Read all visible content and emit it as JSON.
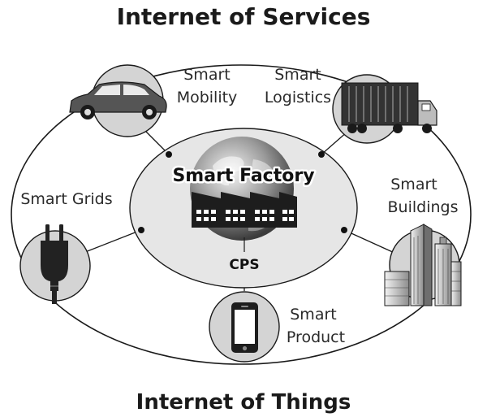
{
  "title_top": "Internet of Services",
  "title_bottom": "Internet of Things",
  "center": {
    "title": "Smart Factory",
    "cps_label": "CPS"
  },
  "nodes": {
    "mobility": {
      "line1": "Smart",
      "line2": "Mobility",
      "icon": "car-icon"
    },
    "logistics": {
      "line1": "Smart",
      "line2": "Logistics",
      "icon": "truck-icon"
    },
    "grids": {
      "line1": "Smart Grids",
      "icon": "power-plug-icon"
    },
    "buildings": {
      "line1": "Smart",
      "line2": "Buildings",
      "icon": "skyscraper-icon"
    },
    "product": {
      "line1": "Smart",
      "line2": "Product",
      "icon": "smartphone-icon"
    }
  },
  "colors": {
    "outline": "#1a1a1a",
    "inner_fill": "#e6e6e6",
    "icon_circle": "#d4d4d4",
    "icon_dark": "#222222"
  }
}
